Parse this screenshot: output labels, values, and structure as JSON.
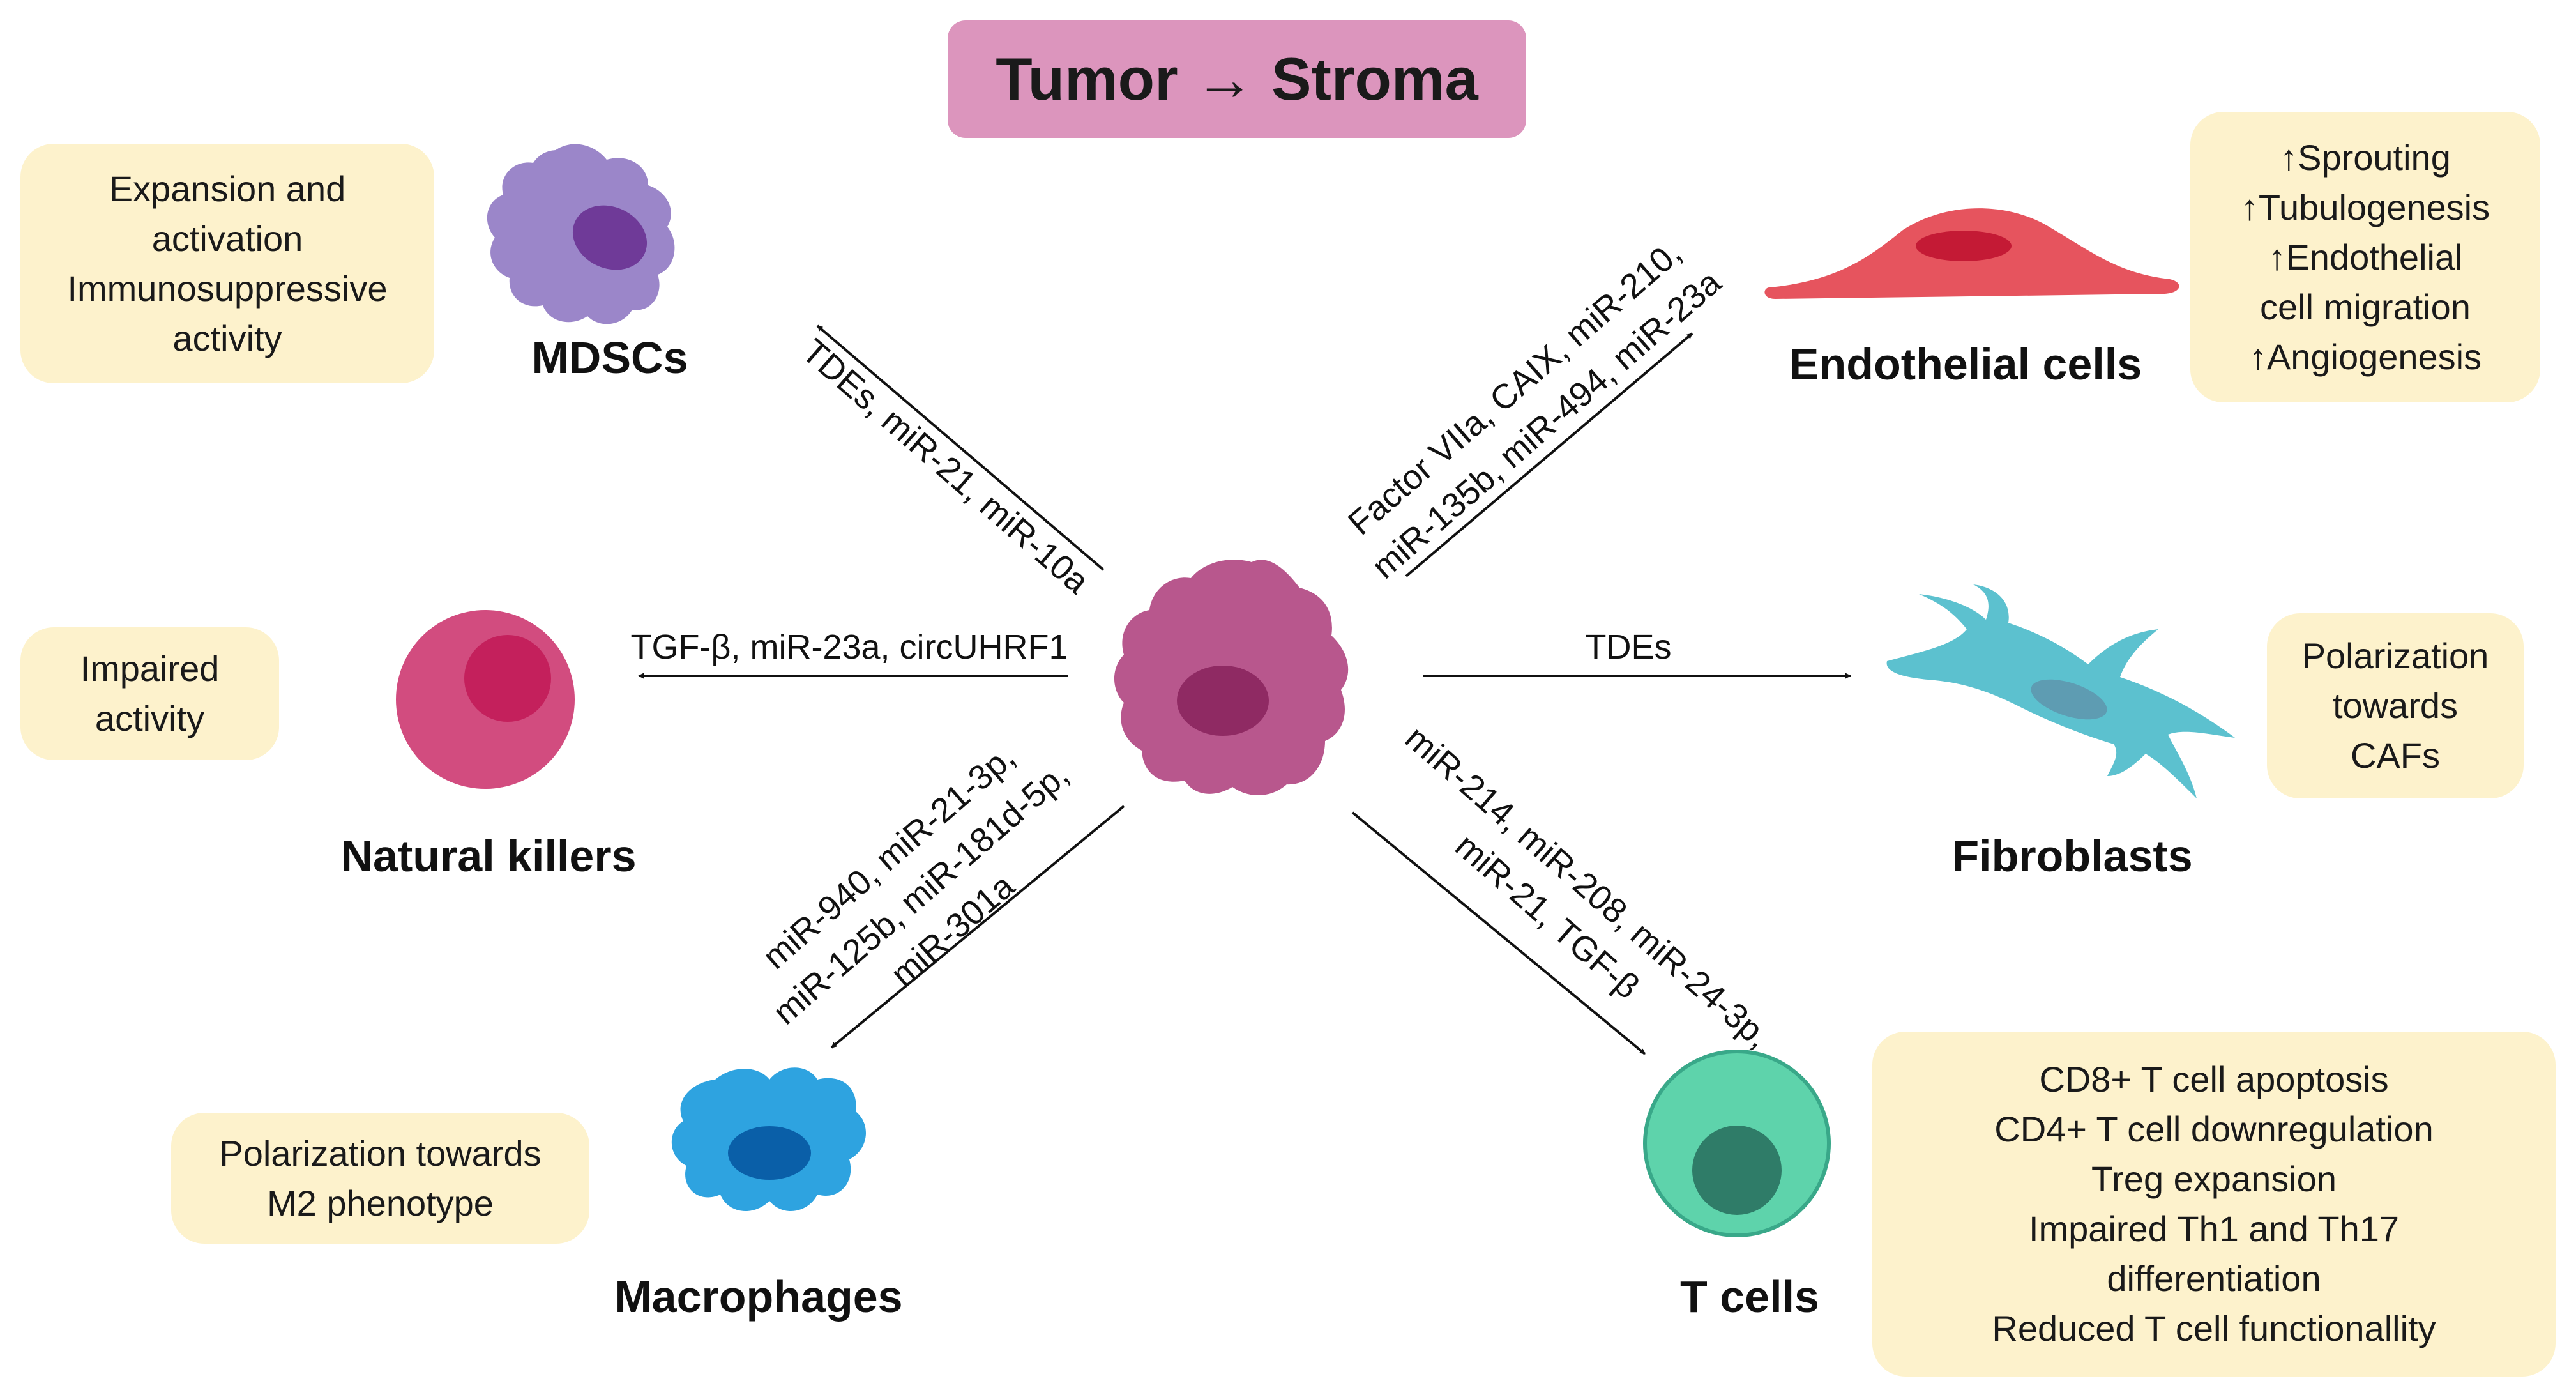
{
  "title": "Tumor → Stroma",
  "cells": {
    "mdscs": "MDSCs",
    "endothelial": "Endothelial cells",
    "natural_killers": "Natural killers",
    "fibroblasts": "Fibroblasts",
    "macrophages": "Macrophages",
    "t_cells": "T cells"
  },
  "arrows": {
    "to_mdscs": [
      "TDEs, miR-21, miR-10a"
    ],
    "to_endothelial": [
      "Factor VIIa, CAIX, miR-210,",
      "miR-135b, miR-494, miR-23a"
    ],
    "to_nk": [
      "TGF-β, miR-23a, circUHRF1"
    ],
    "to_fibroblasts": [
      "TDEs"
    ],
    "to_macrophages": [
      "miR-940, miR-21-3p,",
      "miR-125b, miR-181d-5p,",
      "miR-301a"
    ],
    "to_t_cells": [
      "miR-214, miR-208, miR-24-3p,",
      "miR-21, TGF-β"
    ]
  },
  "effects": {
    "mdscs": [
      "Expansion and",
      "activation",
      "Immunosuppressive",
      "activity"
    ],
    "endothelial": [
      "↑Sprouting",
      "↑Tubulogenesis",
      "↑Endothelial",
      "cell migration",
      "↑Angiogenesis"
    ],
    "natural_killers": [
      "Impaired",
      "activity"
    ],
    "fibroblasts": [
      "Polarization",
      "towards",
      "CAFs"
    ],
    "macrophages": [
      "Polarization towards",
      "M2 phenotype"
    ],
    "t_cells": [
      "CD8+ T cell apoptosis",
      "CD4+ T cell downregulation",
      "Treg expansion",
      "Impaired Th1 and Th17",
      "differentiation",
      "Reduced T cell functionallity"
    ]
  },
  "colors": {
    "title_bg": "#dc95bd",
    "note_bg": "#fdf2cc",
    "tumor": "#b8578d",
    "mdsc": "#9b86c9",
    "endothelial": "#e6545e",
    "natural_killer": "#d24c7f",
    "fibroblast": "#5cc1cf",
    "macrophage": "#2ea3e0",
    "t_cell": "#5ed3ab"
  },
  "icons": {
    "tumor": "tumor-cell-icon",
    "mdscs": "mdsc-cell-icon",
    "endothelial": "endothelial-cell-icon",
    "natural_killers": "natural-killer-cell-icon",
    "fibroblasts": "fibroblast-cell-icon",
    "macrophages": "macrophage-cell-icon",
    "t_cells": "t-cell-icon"
  }
}
